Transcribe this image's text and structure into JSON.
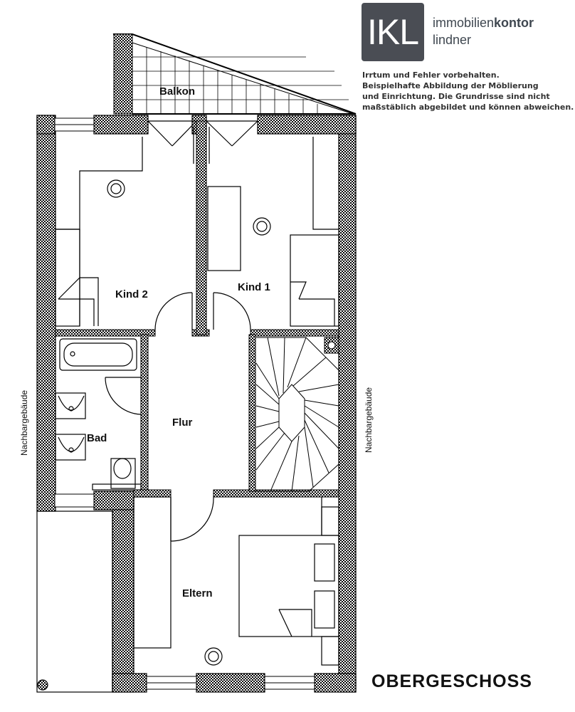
{
  "brand": {
    "logo_mark": "IKL",
    "name_bold_part": "immobilien",
    "name_rest": "kontor",
    "name_line2": "lindner"
  },
  "disclaimer": {
    "line1": "Irrtum und Fehler vorbehalten.",
    "line2": "Beispielhafte Abbildung der Möblierung",
    "line3": "und Einrichtung. Die Grundrisse sind nicht",
    "line4": "maßstäblich abgebildet und können abweichen."
  },
  "floor": {
    "title": "OBERGESCHOSS"
  },
  "rooms": {
    "balcony": "Balkon",
    "kid2": "Kind 2",
    "kid1": "Kind 1",
    "bath": "Bad",
    "hall": "Flur",
    "parents": "Eltern"
  },
  "neighbours": {
    "left": "Nachbargebäude",
    "right": "Nachbargebäude"
  },
  "colors": {
    "wall_hatch": "#000000",
    "logo_bg": "#4a4d54",
    "brand_text": "#3f4750"
  }
}
